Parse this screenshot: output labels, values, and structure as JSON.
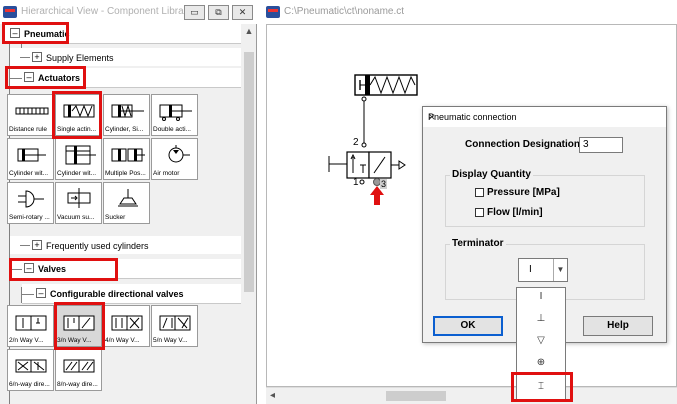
{
  "left_window": {
    "title": "Hierarchical View - Component Library",
    "buttons": {
      "minimize": "▭",
      "restore": "⧉",
      "close": "✕"
    },
    "sections": {
      "pneumatic": {
        "label": "Pneumatic",
        "toggle": "–"
      },
      "supply": {
        "label": "Supply Elements",
        "toggle": "+"
      },
      "actuators": {
        "label": "Actuators",
        "toggle": "–"
      },
      "frequent": {
        "label": "Frequently used cylinders",
        "toggle": "+"
      },
      "valves": {
        "label": "Valves",
        "toggle": "–"
      },
      "config_valves": {
        "label": "Configurable directional valves",
        "toggle": "–"
      }
    },
    "actuator_tiles": [
      {
        "label": "Distance rule",
        "icon": "distance-rule-icon"
      },
      {
        "label": "Single actin...",
        "icon": "single-acting-cylinder-icon"
      },
      {
        "label": "Cylinder, Si...",
        "icon": "cylinder-icon"
      },
      {
        "label": "Double acti...",
        "icon": "double-acting-cylinder-icon"
      },
      {
        "label": "Cylinder wit...",
        "icon": "cylinder-with-icon"
      },
      {
        "label": "Cylinder wit...",
        "icon": "cylinder-with-2-icon"
      },
      {
        "label": "Multiple Pos...",
        "icon": "multiple-position-cylinder-icon"
      },
      {
        "label": "Air motor",
        "icon": "air-motor-icon"
      },
      {
        "label": "Semi-rotary ...",
        "icon": "semi-rotary-icon"
      },
      {
        "label": "Vacuum su...",
        "icon": "vacuum-suction-icon"
      },
      {
        "label": "Sucker",
        "icon": "sucker-icon"
      }
    ],
    "valve_tiles": [
      {
        "label": "2/n Way V...",
        "icon": "2n-way-valve-icon"
      },
      {
        "label": "3/n Way V...",
        "icon": "3n-way-valve-icon"
      },
      {
        "label": "4/n Way V...",
        "icon": "4n-way-valve-icon"
      },
      {
        "label": "5/n Way V...",
        "icon": "5n-way-valve-icon"
      },
      {
        "label": "6/n-way dire...",
        "icon": "6n-way-valve-icon"
      },
      {
        "label": "8/n-way dire...",
        "icon": "8n-way-valve-icon"
      }
    ]
  },
  "right_window": {
    "title": "C:\\Pneumatic\\ct\\noname.ct",
    "port_labels": {
      "top": "2",
      "left": "1",
      "right": "3"
    }
  },
  "dialog": {
    "title": "Pneumatic connection",
    "close": "✕",
    "designation_label": "Connection Designation",
    "designation_value": "3",
    "display_quantity": {
      "label": "Display Quantity",
      "pressure": "Pressure [MPa]",
      "flow": "Flow [l/min]"
    },
    "terminator": {
      "label": "Terminator",
      "selected": "I",
      "options": [
        "I",
        "⊥",
        "▽",
        "⊕",
        "⌶"
      ]
    },
    "ok_label": "OK",
    "help_label": "Help"
  },
  "colors": {
    "highlight": "#e01010",
    "accent": "#0b5fd0"
  }
}
